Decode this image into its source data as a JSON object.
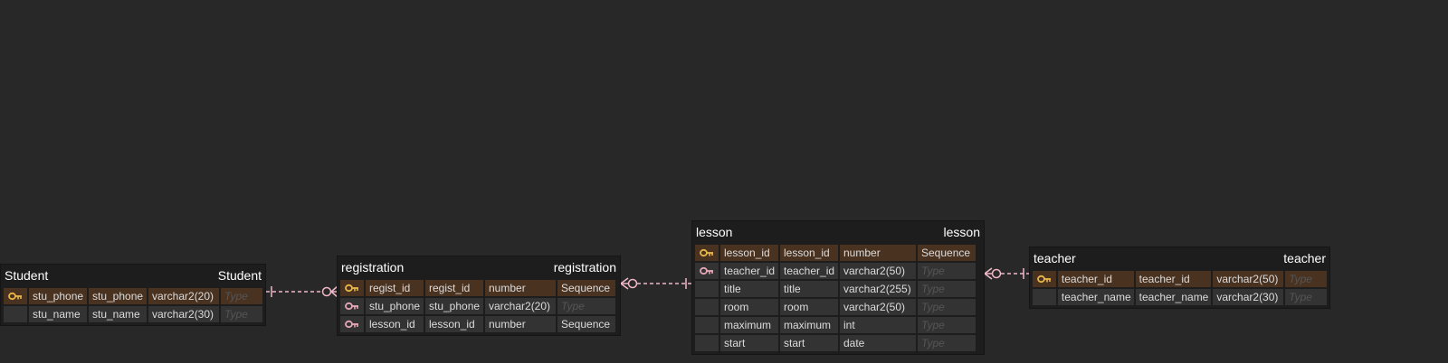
{
  "colors": {
    "background": "#282828",
    "table_bg": "#1d1d1d",
    "cell_bg": "#333333",
    "pk_row_bg": "#4a3220",
    "primary_key_icon": "#e8b84a",
    "foreign_key_icon": "#e6a8b8",
    "relation_line": "#f0b8c8"
  },
  "placeholder_type": "Type",
  "tables": {
    "student": {
      "name": "Student",
      "alias": "Student",
      "rows": [
        {
          "icon": "primary-key-icon",
          "name": "stu_phone",
          "logical": "stu_phone",
          "type": "varchar2(20)",
          "default": ""
        },
        {
          "icon": "",
          "name": "stu_name",
          "logical": "stu_name",
          "type": "varchar2(30)",
          "default": ""
        }
      ]
    },
    "registration": {
      "name": "registration",
      "alias": "registration",
      "rows": [
        {
          "icon": "primary-key-icon",
          "name": "regist_id",
          "logical": "regist_id",
          "type": "number",
          "default": "Sequence"
        },
        {
          "icon": "foreign-key-icon",
          "name": "stu_phone",
          "logical": "stu_phone",
          "type": "varchar2(20)",
          "default": ""
        },
        {
          "icon": "foreign-key-icon",
          "name": "lesson_id",
          "logical": "lesson_id",
          "type": "number",
          "default": "Sequence"
        }
      ]
    },
    "lesson": {
      "name": "lesson",
      "alias": "lesson",
      "rows": [
        {
          "icon": "primary-key-icon",
          "name": "lesson_id",
          "logical": "lesson_id",
          "type": "number",
          "default": "Sequence"
        },
        {
          "icon": "foreign-key-icon",
          "name": "teacher_id",
          "logical": "teacher_id",
          "type": "varchar2(50)",
          "default": ""
        },
        {
          "icon": "",
          "name": "title",
          "logical": "title",
          "type": "varchar2(255)",
          "default": ""
        },
        {
          "icon": "",
          "name": "room",
          "logical": "room",
          "type": "varchar2(50)",
          "default": ""
        },
        {
          "icon": "",
          "name": "maximum",
          "logical": "maximum",
          "type": "int",
          "default": ""
        },
        {
          "icon": "",
          "name": "start",
          "logical": "start",
          "type": "date",
          "default": ""
        }
      ]
    },
    "teacher": {
      "name": "teacher",
      "alias": "teacher",
      "rows": [
        {
          "icon": "primary-key-icon",
          "name": "teacher_id",
          "logical": "teacher_id",
          "type": "varchar2(50)",
          "default": ""
        },
        {
          "icon": "",
          "name": "teacher_name",
          "logical": "teacher_name",
          "type": "varchar2(30)",
          "default": ""
        }
      ]
    }
  },
  "relationships": [
    {
      "from": "student",
      "to": "registration",
      "from_end": "one",
      "to_end": "zero-or-many"
    },
    {
      "from": "registration",
      "to": "lesson",
      "from_end": "zero-or-many",
      "to_end": "one"
    },
    {
      "from": "lesson",
      "to": "teacher",
      "from_end": "zero-or-many",
      "to_end": "one"
    }
  ]
}
